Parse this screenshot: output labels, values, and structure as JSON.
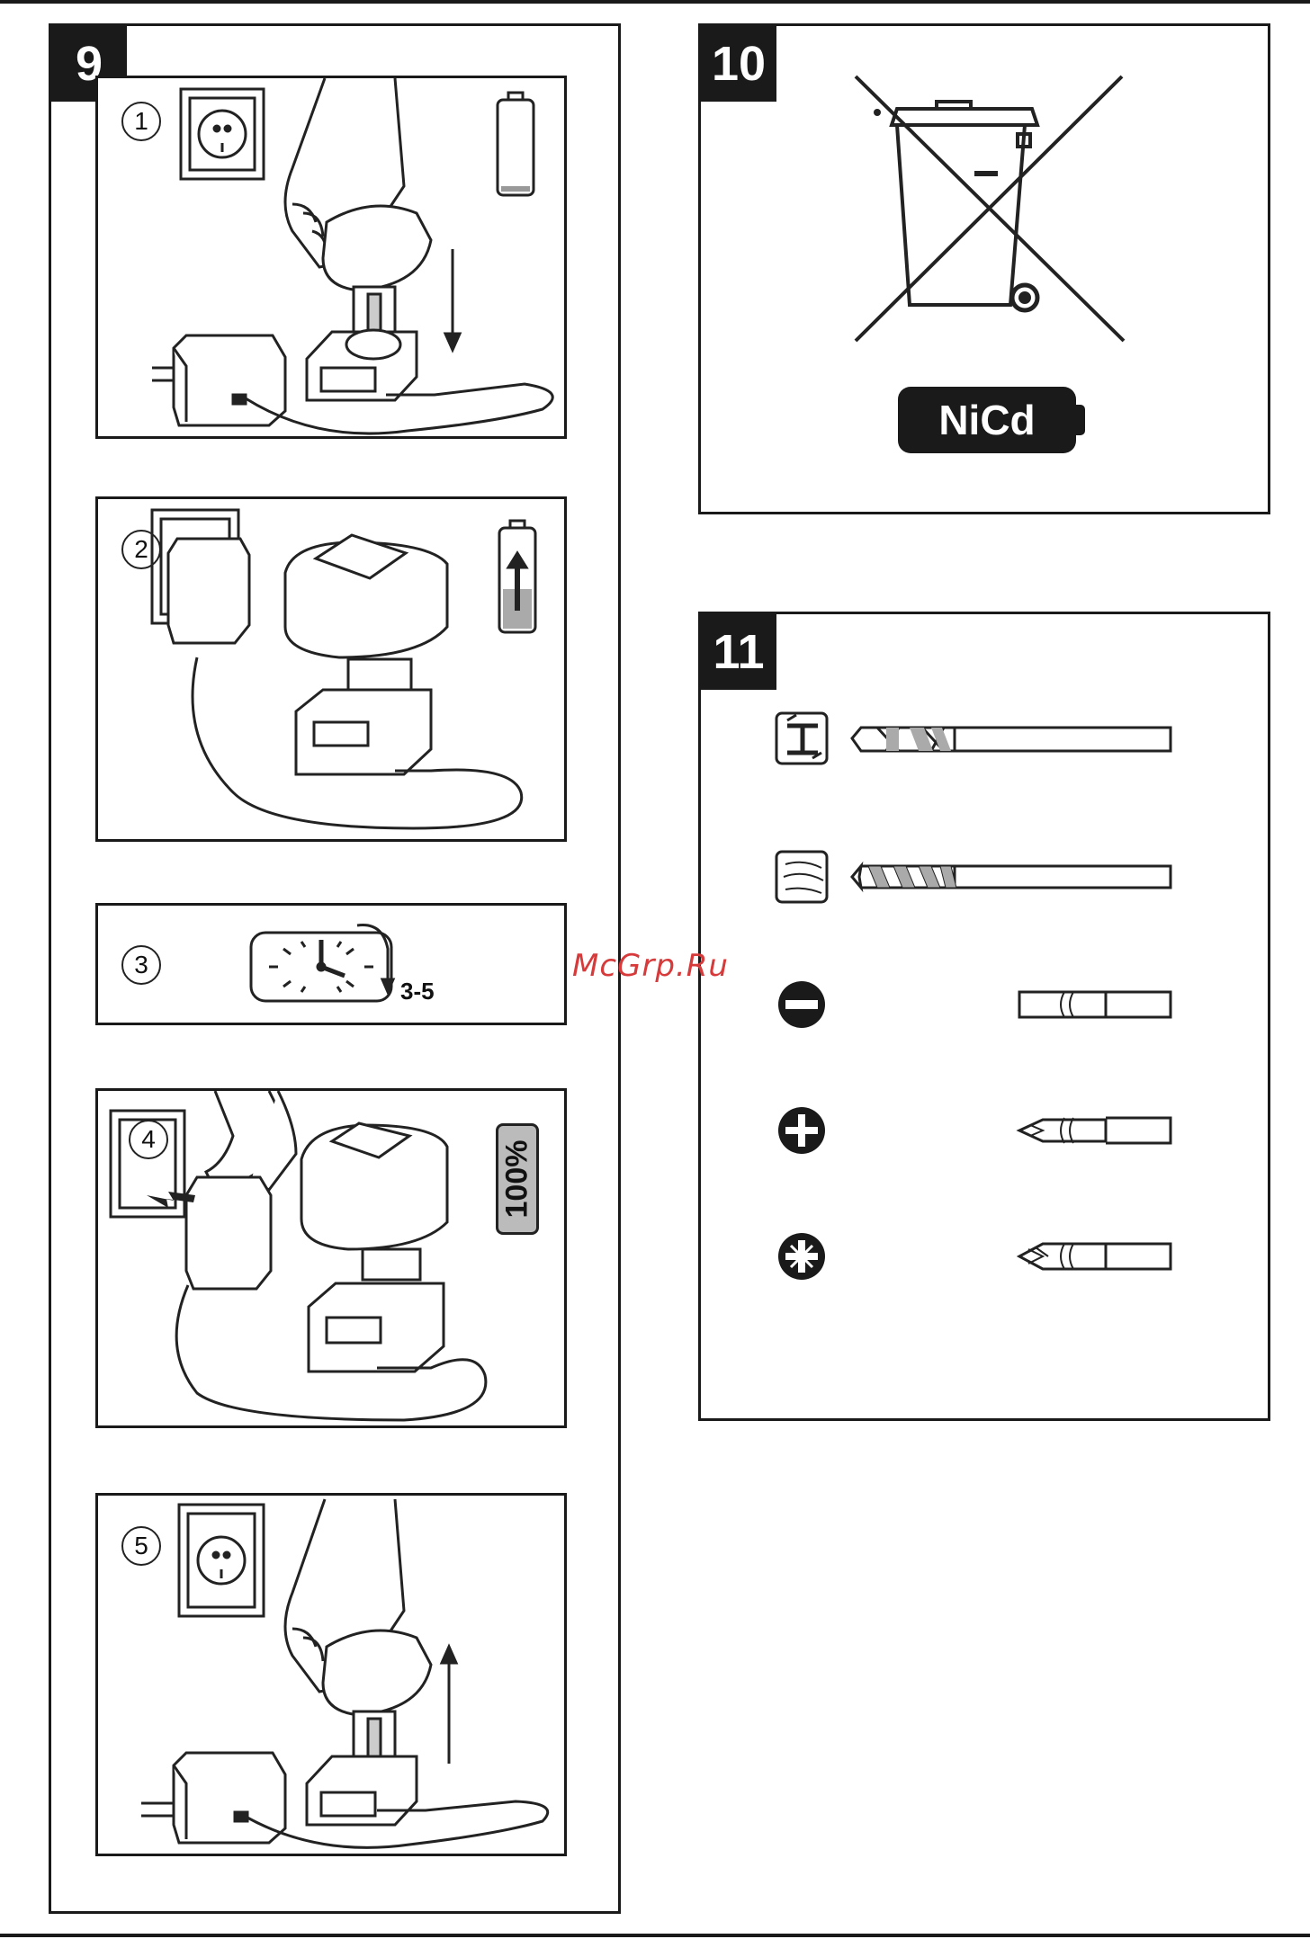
{
  "watermark": "McGrp.Ru",
  "section9": {
    "number": "9",
    "steps": [
      "1",
      "2",
      "3",
      "4",
      "5"
    ],
    "timer_label": "3-5",
    "battery_full_label": "100%",
    "icons": [
      "wall-socket-icon",
      "charger-plug-icon",
      "battery-empty-icon",
      "battery-charging-icon",
      "clock-icon",
      "battery-full-icon",
      "hand-icon",
      "tool-icon",
      "arrow-down-icon",
      "arrow-up-icon"
    ]
  },
  "section10": {
    "number": "10",
    "battery_label": "NiCd",
    "icons": [
      "crossed-out-wheelie-bin-icon",
      "battery-badge-icon"
    ]
  },
  "section11": {
    "number": "11",
    "rows": [
      {
        "material_icon": "metal-beam-icon",
        "bit_icon": "metal-drill-bit-icon"
      },
      {
        "material_icon": "wood-grain-icon",
        "bit_icon": "wood-drill-bit-icon"
      },
      {
        "material_icon": "slotted-screw-icon",
        "bit_icon": "slotted-bit-icon"
      },
      {
        "material_icon": "phillips-screw-icon",
        "bit_icon": "phillips-bit-icon"
      },
      {
        "material_icon": "pozidriv-screw-icon",
        "bit_icon": "pozidriv-bit-icon"
      }
    ]
  }
}
